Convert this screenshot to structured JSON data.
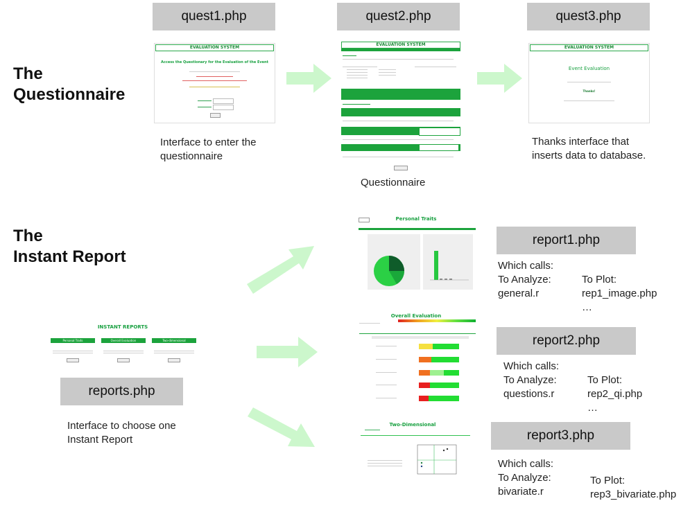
{
  "sections": {
    "questionnaire_title": "The\nQuestionnaire",
    "questionnaire_line1": "The",
    "questionnaire_line2": "Questionnaire",
    "report_line1": "The",
    "report_line2": "Instant Report"
  },
  "files": {
    "quest1": "quest1.php",
    "quest2": "quest2.php",
    "quest3": "quest3.php",
    "reports": "reports.php",
    "report1": "report1.php",
    "report2": "report2.php",
    "report3": "report3.php"
  },
  "captions": {
    "quest1_l1": "Interface to enter the",
    "quest1_l2": "questionnaire",
    "quest2": "Questionnaire",
    "quest3_l1": "Thanks interface that",
    "quest3_l2": "inserts data to database.",
    "reports_l1": "Interface to choose one",
    "reports_l2": "Instant Report"
  },
  "report_notes": {
    "r1": {
      "calls": "Which calls:",
      "analyze": "To Analyze:",
      "analyze_file": "general.r",
      "plot": "To Plot:",
      "plot_file": "rep1_image.php",
      "more": "…"
    },
    "r2": {
      "calls": "Which calls:",
      "analyze": "To Analyze:",
      "analyze_file": "questions.r",
      "plot": "To Plot:",
      "plot_file": "rep2_qi.php",
      "more": "…"
    },
    "r3": {
      "calls": "Which calls:",
      "analyze": "To Analyze:",
      "analyze_file": "bivariate.r",
      "plot": "To Plot:",
      "plot_file": "rep3_bivariate.php"
    }
  },
  "thumbnails": {
    "quest1_header": "EVALUATION SYSTEM",
    "quest1_title": "Access the Questionary for the Evaluation of the Event",
    "quest2_header": "EVALUATION SYSTEM",
    "quest3_header": "EVALUATION SYSTEM",
    "quest3_title": "Event Evaluation",
    "quest3_thanks": "Thanks!",
    "reports_title": "INSTANT REPORTS",
    "reports_btn1": "Personal Traits",
    "reports_btn2": "Overall Evaluation",
    "reports_btn3": "Two-dimensional",
    "report1_title": "Personal Traits",
    "report2_title": "Overall Evaluation",
    "report3_title": "Two-Dimensional"
  },
  "colors": {
    "box_grey": "#c9c9c9",
    "arrow_green": "#ccf7cc",
    "accent_green": "#1ca33c"
  }
}
